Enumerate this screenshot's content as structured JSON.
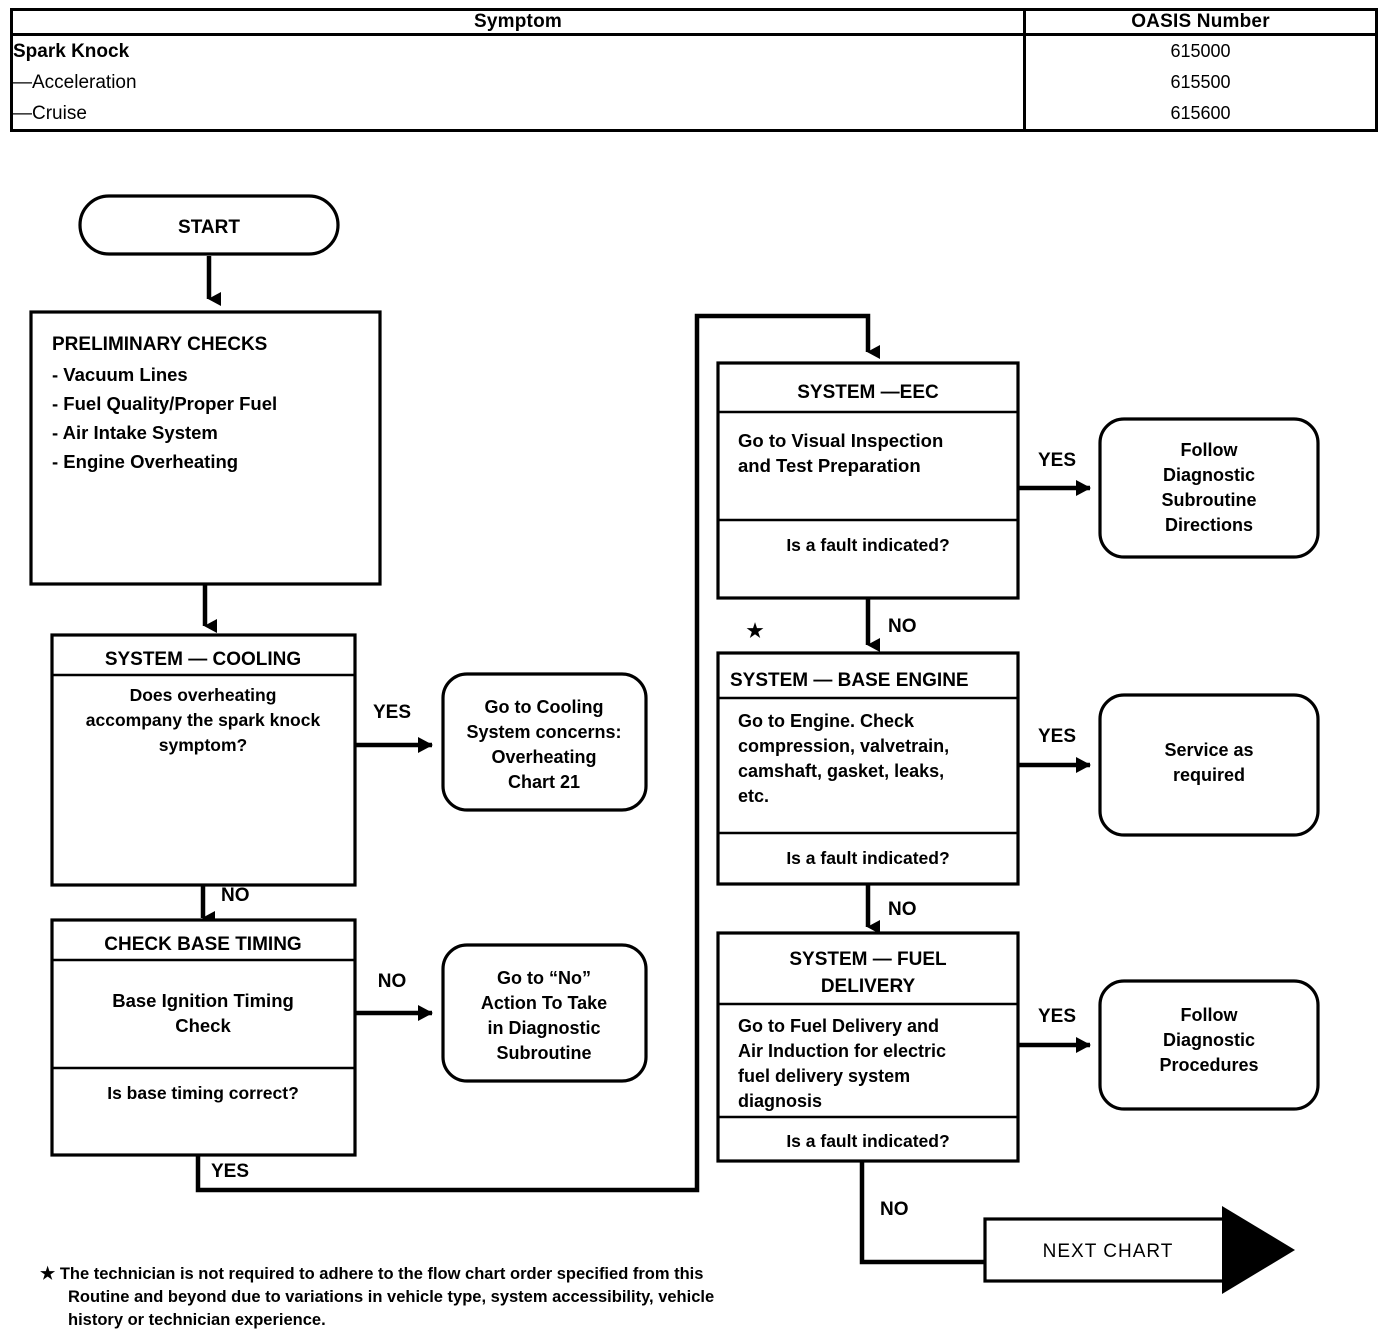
{
  "header_table": {
    "columns": [
      "Symptom",
      "OASIS Number"
    ],
    "rows": [
      {
        "symptom": "Spark Knock",
        "oasis": "615000",
        "bold": true
      },
      {
        "symptom": "—Acceleration",
        "oasis": "615500",
        "bold": false
      },
      {
        "symptom": "—Cruise",
        "oasis": "615600",
        "bold": false
      }
    ]
  },
  "flow": {
    "start_label": "START",
    "preliminary": {
      "title": "PRELIMINARY CHECKS",
      "items": [
        "- Vacuum Lines",
        "- Fuel Quality/Proper Fuel",
        "- Air Intake System",
        "- Engine Overheating"
      ]
    },
    "cooling": {
      "title": "SYSTEM — COOLING",
      "body": [
        "Does overheating",
        "accompany the spark knock",
        "symptom?"
      ],
      "yes_label": "YES",
      "no_label": "NO"
    },
    "cooling_result": {
      "lines": [
        "Go to Cooling",
        "System concerns:",
        "Overheating",
        "Chart 21"
      ]
    },
    "base_timing": {
      "title": "CHECK BASE TIMING",
      "body": [
        "Base Ignition Timing",
        "Check"
      ],
      "question": "Is base timing correct?",
      "no_label": "NO",
      "yes_label": "YES"
    },
    "base_timing_result": {
      "lines": [
        "Go to “No”",
        "Action To Take",
        "in Diagnostic",
        "Subroutine"
      ]
    },
    "eec": {
      "title": "SYSTEM —EEC",
      "body": [
        "Go to Visual Inspection",
        "and Test Preparation"
      ],
      "question": "Is a fault indicated?",
      "yes_label": "YES",
      "no_label": "NO"
    },
    "eec_result": {
      "lines": [
        "Follow",
        "Diagnostic",
        "Subroutine",
        "Directions"
      ]
    },
    "base_engine": {
      "title": "SYSTEM — BASE ENGINE",
      "body": [
        "Go to Engine. Check",
        "compression, valvetrain,",
        "camshaft, gasket, leaks,",
        "etc."
      ],
      "question": "Is a fault indicated?",
      "yes_label": "YES",
      "no_label": "NO",
      "star_marker": "★"
    },
    "base_engine_result": {
      "lines": [
        "Service as",
        "required"
      ]
    },
    "fuel_delivery": {
      "title_lines": [
        "SYSTEM — FUEL",
        "DELIVERY"
      ],
      "body": [
        "Go to Fuel Delivery and",
        "Air Induction for electric",
        "fuel delivery system",
        "diagnosis"
      ],
      "question": "Is a fault indicated?",
      "yes_label": "YES",
      "no_label": "NO"
    },
    "fuel_delivery_result": {
      "lines": [
        "Follow",
        "Diagnostic",
        "Procedures"
      ]
    },
    "next_chart": {
      "label": "NEXT  CHART"
    }
  },
  "footnote": {
    "star": "★",
    "lines": [
      "The technician is not required to adhere to the flow chart order specified from this",
      "Routine and beyond due to variations in vehicle type, system accessibility, vehicle",
      "history or technician experience."
    ]
  },
  "colors": {
    "ink": "#000000",
    "paper": "#ffffff"
  }
}
